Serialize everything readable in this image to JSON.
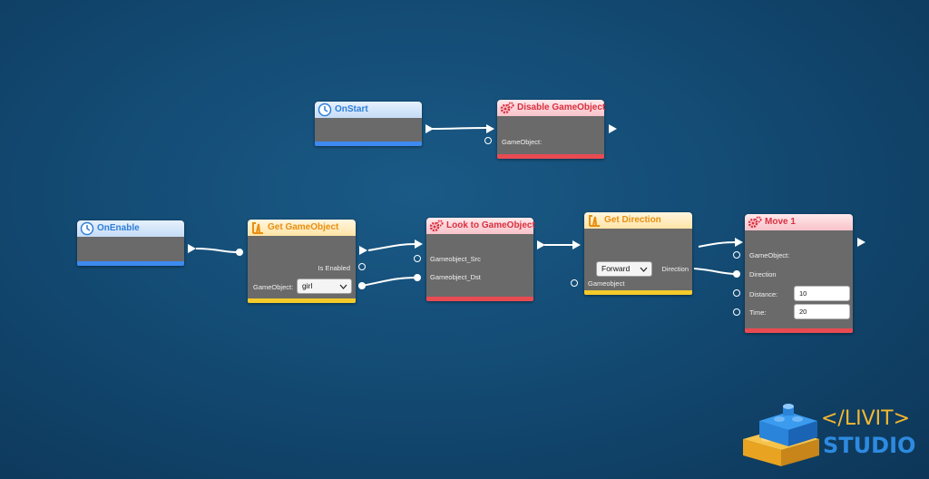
{
  "nodes": {
    "on_start": {
      "title": "OnStart"
    },
    "disable_gameobject": {
      "title": "Disable GameObject",
      "gameobject_label": "GameObject:"
    },
    "on_enable": {
      "title": "OnEnable"
    },
    "get_gameobject": {
      "title": "Get GameObject",
      "is_enabled_label": "Is Enabled",
      "gameobject_label": "GameObject:",
      "gameobject_value": "girl"
    },
    "look_to_gameobject": {
      "title": "Look to GameObject",
      "src_label": "Gameobject_Src",
      "dst_label": "Gameobject_Dst"
    },
    "get_direction": {
      "title": "Get Direction",
      "direction_value": "Forward",
      "direction_label": "Direction",
      "gameobject_label": "Gameobject"
    },
    "move": {
      "title": "Move 1",
      "gameobject_label": "GameObject:",
      "direction_label": "Direction",
      "distance_label": "Distance:",
      "distance_value": "10",
      "time_label": "Time:",
      "time_value": "20"
    }
  },
  "logo": {
    "line1": "</LIVIT>",
    "line2": "STUDIO"
  },
  "colors": {
    "blue": "#3d8af0",
    "red": "#e84b52",
    "orange": "#e88f10",
    "yellow": "#f4cb2a",
    "logo_yellow": "#f5b830",
    "logo_blue": "#2d8ae0"
  },
  "icons": {
    "event": "clock-icon",
    "action": "gears-icon",
    "getter": "bracket-icon",
    "dropdown": "chevron-down-icon"
  }
}
